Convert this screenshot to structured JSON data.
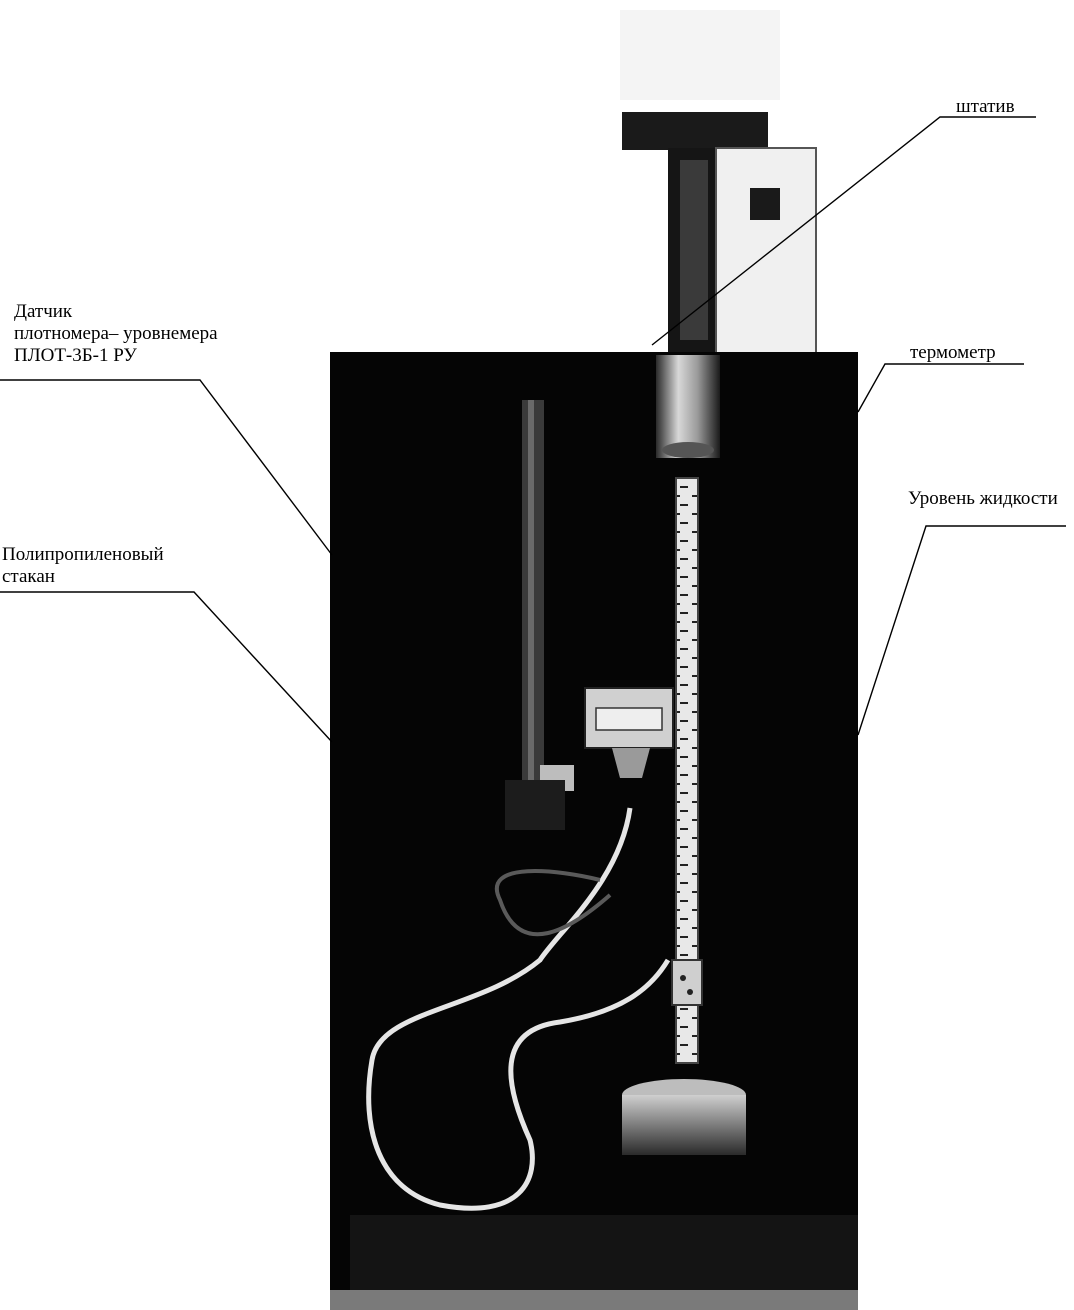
{
  "labels": {
    "shtativ": "штатив",
    "sensor": [
      "Датчик",
      "плотномера– уровнемера",
      "ПЛОТ-3Б-1 РУ"
    ],
    "thermometer": "термометр",
    "liquid_level": "Уровень жидкости",
    "cup": [
      "Полипропиленовый",
      "стакан"
    ]
  },
  "colors": {
    "background": "#ffffff",
    "vessel": "#050505",
    "ink": "#000000"
  }
}
